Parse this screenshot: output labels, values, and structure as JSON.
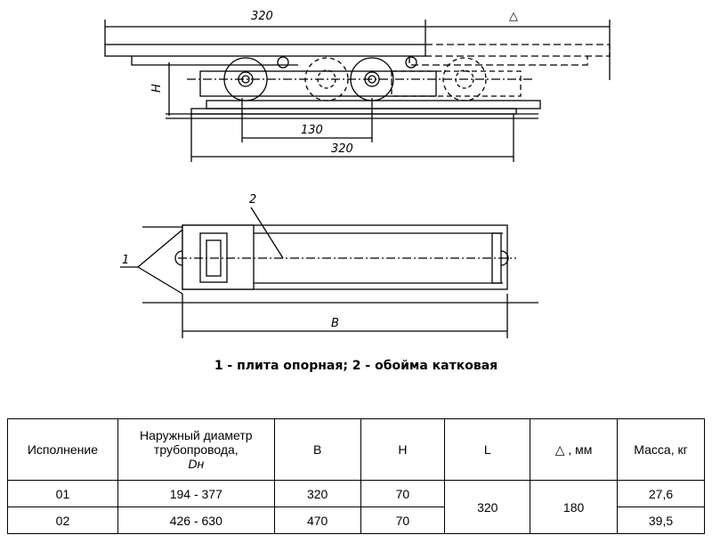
{
  "drawing_top": {
    "dim_top": "320",
    "dim_delta": "△",
    "dim_h": "H",
    "dim_130": "130",
    "dim_bottom": "320"
  },
  "drawing_plan": {
    "label_1": "1",
    "label_2": "2",
    "dim_b": "B"
  },
  "caption": "1 - плита опорная; 2 - обойма катковая",
  "table": {
    "headers": [
      "Исполнение",
      "Наружный диаметр трубопровода,",
      "Dн",
      "B",
      "H",
      "L",
      "△ , мм",
      "Масса, кг"
    ],
    "rows": [
      [
        "01",
        "194 - 377",
        "320",
        "70",
        "320",
        "180",
        "27,6"
      ],
      [
        "02",
        "426 - 630",
        "470",
        "70",
        "",
        "",
        "39,5"
      ]
    ]
  }
}
